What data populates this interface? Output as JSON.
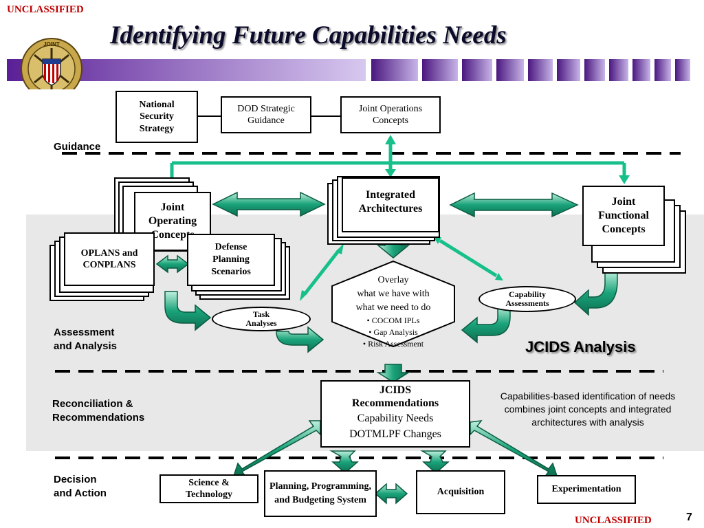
{
  "classification_top": "UNCLASSIFIED",
  "classification_bottom": "UNCLASSIFIED",
  "page_number": "7",
  "title": "Identifying Future Capabilities Needs",
  "seal_text": "JOINT CHIEFS OF STAFF",
  "colors": {
    "banner_purple": "#5a1f96",
    "arrow_green": "#1aa37a",
    "classification_red": "#c00000"
  },
  "guidance": {
    "nss": "National Security Strategy",
    "dod": "DOD Strategic Guidance",
    "joc": "Joint Operations Concepts"
  },
  "concepts": {
    "joint_operating": "Joint Operating Concepts",
    "integrated_arch": "Integrated Architectures",
    "joint_functional": "Joint Functional Concepts",
    "oplans": "OPLANS and CONPLANS",
    "defense_planning": "Defense Planning Scenarios"
  },
  "ovals": {
    "task": "Task Analyses",
    "capability": "Capability Assessments"
  },
  "overlay": {
    "line1": "Overlay",
    "line2": "what we have with",
    "line3": "what we need to do",
    "bullets": [
      "• COCOM IPLs",
      "• Gap Analysis",
      "• Risk Assessment"
    ]
  },
  "jcids_analysis": "JCIDS Analysis",
  "recommendations": {
    "title1": "JCIDS",
    "title2": "Recommendations",
    "line1": "Capability Needs",
    "line2": "DOTMLPF Changes"
  },
  "note": "Capabilities-based identification of needs combines joint concepts and integrated architectures with analysis",
  "phases": {
    "guidance": "Guidance",
    "assessment": "Assessment and Analysis",
    "reconciliation": "Reconciliation & Recommendations",
    "decision": "Decision and Action"
  },
  "decision": {
    "science": "Science & Technology",
    "ppbs": "Planning, Programming, and Budgeting System",
    "acquisition": "Acquisition",
    "experimentation": "Experimentation"
  }
}
